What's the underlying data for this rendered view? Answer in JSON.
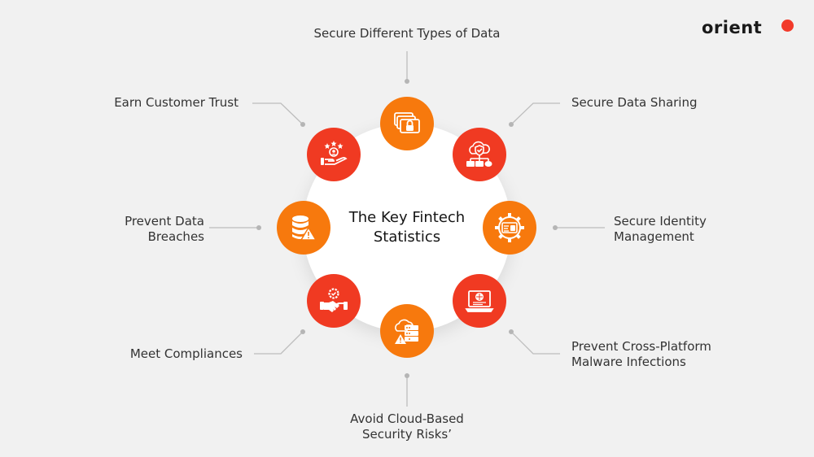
{
  "brand": {
    "logo_text": "orient",
    "logo_dot_color": "#f23a2a"
  },
  "center": {
    "title_line1": "The Key Fintech",
    "title_line2": "Statistics"
  },
  "colors": {
    "orange": "#f7790d",
    "red": "#f03a22",
    "background": "#f1f1f1",
    "connector": "#bdbdbd"
  },
  "items": [
    {
      "position": "top",
      "label_line1": "Secure Different Types of Data",
      "label_line2": "",
      "icon": "locked-cards-icon",
      "color": "orange"
    },
    {
      "position": "top-right",
      "label_line1": "Secure Data Sharing",
      "label_line2": "",
      "icon": "cloud-shield-network-icon",
      "color": "red"
    },
    {
      "position": "right",
      "label_line1": "Secure Identity",
      "label_line2": "Management",
      "icon": "id-card-gear-icon",
      "color": "orange"
    },
    {
      "position": "bottom-right",
      "label_line1": "Prevent Cross-Platform",
      "label_line2": "Malware Infections",
      "icon": "laptop-bug-icon",
      "color": "red"
    },
    {
      "position": "bottom",
      "label_line1": "Avoid Cloud-Based",
      "label_line2": "Security Risks’",
      "icon": "cloud-server-warning-icon",
      "color": "orange"
    },
    {
      "position": "bottom-left",
      "label_line1": "Meet Compliances",
      "label_line2": "",
      "icon": "handshake-gear-icon",
      "color": "red"
    },
    {
      "position": "left",
      "label_line1": "Prevent Data",
      "label_line2": "Breaches",
      "icon": "database-warning-icon",
      "color": "orange"
    },
    {
      "position": "top-left",
      "label_line1": "Earn Customer Trust",
      "label_line2": "",
      "icon": "hand-user-stars-icon",
      "color": "red"
    }
  ]
}
